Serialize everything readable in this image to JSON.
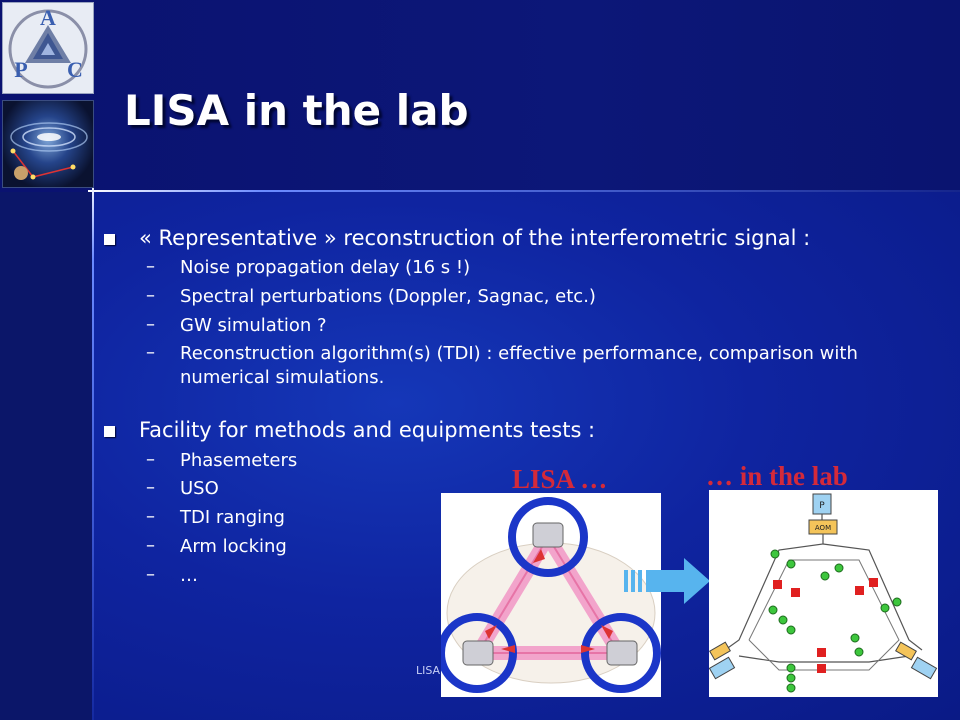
{
  "slide": {
    "title": "LISA in the lab",
    "bullets": [
      {
        "text": "« Representative » reconstruction of the interferometric signal :",
        "subitems": [
          "Noise propagation delay (16 s !)",
          "Spectral perturbations (Doppler, Sagnac, etc.)",
          "GW simulation ?",
          "Reconstruction algorithm(s) (TDI) : effective performance, comparison with numerical simulations."
        ]
      },
      {
        "text": "Facility for methods and equipments tests :",
        "subitems": [
          "Phasemeters",
          "USO",
          "TDI ranging",
          "Arm locking",
          "…"
        ]
      }
    ],
    "dash": "–",
    "captions": {
      "left": "LISA …",
      "right": "… in the lab"
    },
    "footer": "LISA",
    "logo_letters": [
      "A",
      "P",
      "C"
    ],
    "diagram_labels": {
      "laser": "P",
      "modulator": "AOM"
    }
  },
  "colors": {
    "background": "#0d1d86",
    "text": "#ffffff",
    "caption": "#d42a3a",
    "ring": "#1b36c8",
    "arm": "#f29bc8",
    "arrow": "#57b4ee"
  }
}
